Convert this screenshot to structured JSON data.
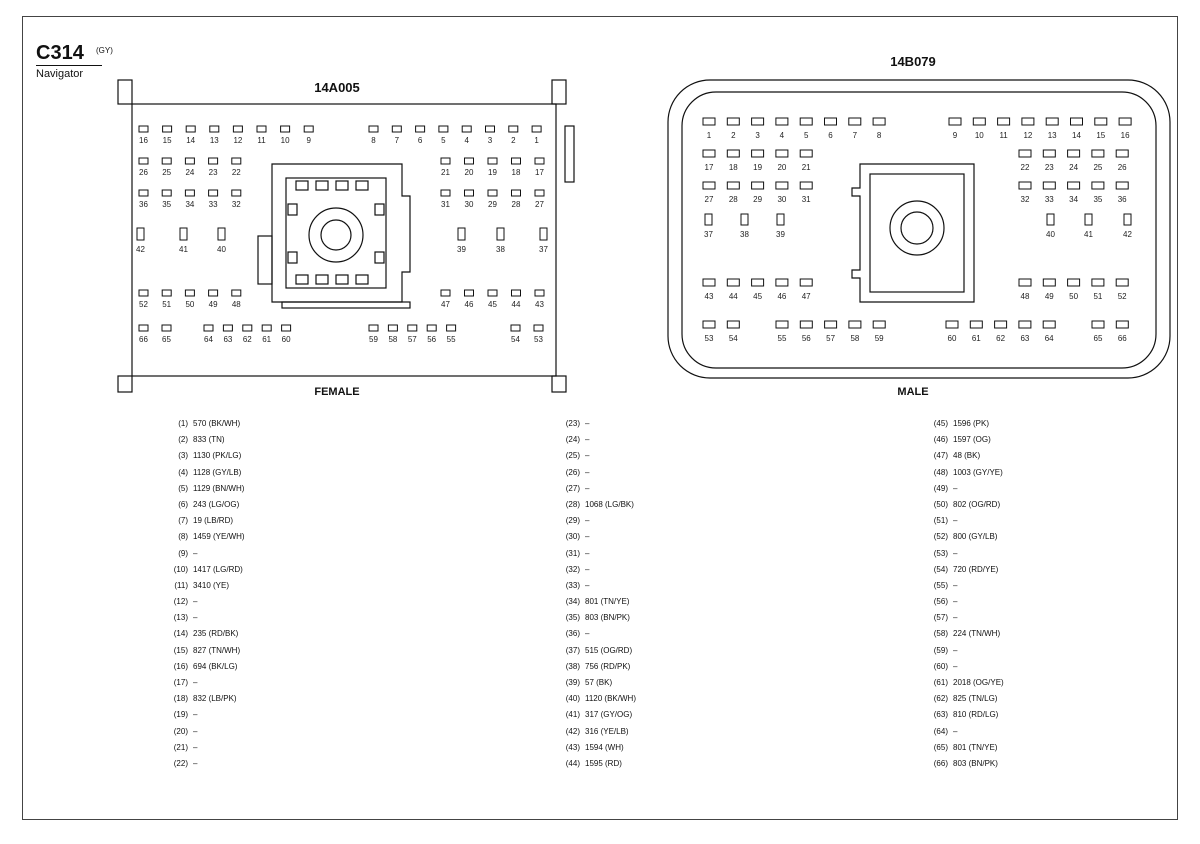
{
  "header": {
    "connector_id": "C314",
    "color_code": "(GY)",
    "vehicle": "Navigator"
  },
  "female_connector": {
    "part_number": "14A005",
    "gender_label": "FEMALE"
  },
  "male_connector": {
    "part_number": "14B079",
    "gender_label": "MALE"
  },
  "pin_assignments": [
    {
      "pin": "(1)",
      "circuit": "570 (BK/WH)"
    },
    {
      "pin": "(2)",
      "circuit": "833 (TN)"
    },
    {
      "pin": "(3)",
      "circuit": "1130 (PK/LG)"
    },
    {
      "pin": "(4)",
      "circuit": "1128 (GY/LB)"
    },
    {
      "pin": "(5)",
      "circuit": "1129 (BN/WH)"
    },
    {
      "pin": "(6)",
      "circuit": "243 (LG/OG)"
    },
    {
      "pin": "(7)",
      "circuit": "19 (LB/RD)"
    },
    {
      "pin": "(8)",
      "circuit": "1459 (YE/WH)"
    },
    {
      "pin": "(9)",
      "circuit": "–"
    },
    {
      "pin": "(10)",
      "circuit": "1417 (LG/RD)"
    },
    {
      "pin": "(11)",
      "circuit": "3410 (YE)"
    },
    {
      "pin": "(12)",
      "circuit": "–"
    },
    {
      "pin": "(13)",
      "circuit": "–"
    },
    {
      "pin": "(14)",
      "circuit": "235 (RD/BK)"
    },
    {
      "pin": "(15)",
      "circuit": "827 (TN/WH)"
    },
    {
      "pin": "(16)",
      "circuit": "694 (BK/LG)"
    },
    {
      "pin": "(17)",
      "circuit": "–"
    },
    {
      "pin": "(18)",
      "circuit": "832 (LB/PK)"
    },
    {
      "pin": "(19)",
      "circuit": "–"
    },
    {
      "pin": "(20)",
      "circuit": "–"
    },
    {
      "pin": "(21)",
      "circuit": "–"
    },
    {
      "pin": "(22)",
      "circuit": "–"
    },
    {
      "pin": "(23)",
      "circuit": "–"
    },
    {
      "pin": "(24)",
      "circuit": "–"
    },
    {
      "pin": "(25)",
      "circuit": "–"
    },
    {
      "pin": "(26)",
      "circuit": "–"
    },
    {
      "pin": "(27)",
      "circuit": "–"
    },
    {
      "pin": "(28)",
      "circuit": "1068 (LG/BK)"
    },
    {
      "pin": "(29)",
      "circuit": "–"
    },
    {
      "pin": "(30)",
      "circuit": "–"
    },
    {
      "pin": "(31)",
      "circuit": "–"
    },
    {
      "pin": "(32)",
      "circuit": "–"
    },
    {
      "pin": "(33)",
      "circuit": "–"
    },
    {
      "pin": "(34)",
      "circuit": "801 (TN/YE)"
    },
    {
      "pin": "(35)",
      "circuit": "803 (BN/PK)"
    },
    {
      "pin": "(36)",
      "circuit": "–"
    },
    {
      "pin": "(37)",
      "circuit": "515 (OG/RD)"
    },
    {
      "pin": "(38)",
      "circuit": "756 (RD/PK)"
    },
    {
      "pin": "(39)",
      "circuit": "57 (BK)"
    },
    {
      "pin": "(40)",
      "circuit": "1120 (BK/WH)"
    },
    {
      "pin": "(41)",
      "circuit": "317 (GY/OG)"
    },
    {
      "pin": "(42)",
      "circuit": "316 (YE/LB)"
    },
    {
      "pin": "(43)",
      "circuit": "1594 (WH)"
    },
    {
      "pin": "(44)",
      "circuit": "1595 (RD)"
    },
    {
      "pin": "(45)",
      "circuit": "1596 (PK)"
    },
    {
      "pin": "(46)",
      "circuit": "1597 (OG)"
    },
    {
      "pin": "(47)",
      "circuit": "48 (BK)"
    },
    {
      "pin": "(48)",
      "circuit": "1003 (GY/YE)"
    },
    {
      "pin": "(49)",
      "circuit": "–"
    },
    {
      "pin": "(50)",
      "circuit": "802 (OG/RD)"
    },
    {
      "pin": "(51)",
      "circuit": "–"
    },
    {
      "pin": "(52)",
      "circuit": "800 (GY/LB)"
    },
    {
      "pin": "(53)",
      "circuit": "–"
    },
    {
      "pin": "(54)",
      "circuit": "720 (RD/YE)"
    },
    {
      "pin": "(55)",
      "circuit": "–"
    },
    {
      "pin": "(56)",
      "circuit": "–"
    },
    {
      "pin": "(57)",
      "circuit": "–"
    },
    {
      "pin": "(58)",
      "circuit": "224 (TN/WH)"
    },
    {
      "pin": "(59)",
      "circuit": "–"
    },
    {
      "pin": "(60)",
      "circuit": "–"
    },
    {
      "pin": "(61)",
      "circuit": "2018 (OG/YE)"
    },
    {
      "pin": "(62)",
      "circuit": "825 (TN/LG)"
    },
    {
      "pin": "(63)",
      "circuit": "810 (RD/LG)"
    },
    {
      "pin": "(64)",
      "circuit": "–"
    },
    {
      "pin": "(65)",
      "circuit": "801 (TN/YE)"
    },
    {
      "pin": "(66)",
      "circuit": "803 (BN/PK)"
    }
  ]
}
